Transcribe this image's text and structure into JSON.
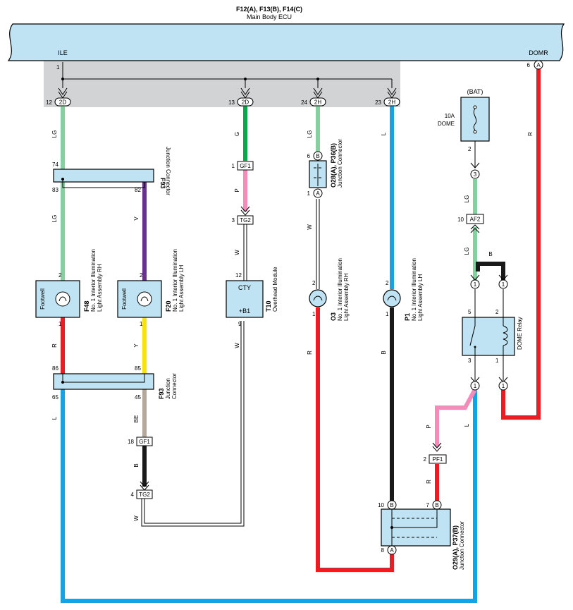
{
  "ecu": {
    "connectors": "F12(A), F13(B), F14(C)",
    "name": "Main Body ECU",
    "ile": "ILE",
    "domr": "DOMR"
  },
  "pins": {
    "ecu_1": "1",
    "p12": "12",
    "c12": "2D",
    "p13": "13",
    "c13": "2D",
    "p24": "24",
    "c24": "2H",
    "p23": "23",
    "c23": "2H",
    "p6": "6",
    "c6": "A",
    "f93t_74": "74",
    "f93t_83": "83",
    "f93t_82": "82",
    "f48_2": "2",
    "f48_1": "1",
    "f20_2": "2",
    "f20_1": "1",
    "f93b_86": "86",
    "f93b_85": "85",
    "f93b_65": "65",
    "f93b_45": "45",
    "gf1a_n": "1",
    "gf1a": "GF1",
    "tg2a_n": "3",
    "tg2a": "TG2",
    "t10_12": "12",
    "t10_9": "9",
    "gf1b_n": "18",
    "gf1b": "GF1",
    "tg2b_n": "4",
    "tg2b": "TG2",
    "o28_6": "6",
    "o28_b": "B",
    "o28_1": "1",
    "o28_a": "A",
    "o3_2": "2",
    "o3_1": "1",
    "p1_2": "2",
    "p1_1": "1",
    "o29_10": "10",
    "o29_10c": "B",
    "o29_7": "7",
    "o29_7c": "B",
    "o29_8": "8",
    "o29_8c": "A",
    "pf1_n": "2",
    "pf1": "PF1",
    "fuse_2": "2",
    "c3": "3",
    "af2_n": "10",
    "af2": "AF2",
    "r_l1": "1",
    "r_r1": "1",
    "r_5": "5",
    "r_2": "2",
    "r_3": "3",
    "r_1": "1",
    "r_bl1": "1",
    "r_br1": "1"
  },
  "wires": {
    "lg1": "LG",
    "lg2": "LG",
    "v": "V",
    "r1": "R",
    "y": "Y",
    "l1": "L",
    "be": "BE",
    "b1": "B",
    "w1": "W",
    "g": "G",
    "p1": "P",
    "w2": "W",
    "w3": "W",
    "lg3": "LG",
    "w4": "W",
    "r2": "R",
    "l2": "L",
    "b2": "B",
    "r3": "R",
    "lg4": "LG",
    "lg5": "LG",
    "b3": "B",
    "p2": "P",
    "r4": "R",
    "l3": "L"
  },
  "components": {
    "f93_top": {
      "id": "F93",
      "name": "Junction Connector"
    },
    "f93_bot": {
      "id": "F93",
      "name1": "Junction",
      "name2": "Connector"
    },
    "f48": {
      "id": "F48",
      "line1": "No. 1 Interior Illumination",
      "line2": "Light Assembly RH",
      "inner": "Footwell"
    },
    "f20": {
      "id": "F20",
      "line1": "No. 1 Interior Illumination",
      "line2": "Light Assembly LH",
      "inner": "Footwell"
    },
    "t10": {
      "id": "T10",
      "name": "Overhead Module",
      "cty": "CTY",
      "b1": "+B1"
    },
    "o28": {
      "id": "O28(A), P36(B)",
      "name": "Junction Connector"
    },
    "o3": {
      "id": "O3",
      "line1": "No. 1 Interior Illumination",
      "line2": "Light Assembly RH"
    },
    "p1": {
      "id": "P1",
      "line1": "No. 1 Interior Illumination",
      "line2": "Light Assembly LH"
    },
    "o29": {
      "id": "O29(A), P37(B)",
      "name": "Junction Connector"
    },
    "fuse": {
      "bat": "(BAT)",
      "rating": "10A",
      "name": "DOME"
    },
    "relay": {
      "name": "DOME Relay"
    }
  },
  "colors": {
    "ecu_fill": "#bfe3f2",
    "lg": "#86cfa0",
    "g": "#0aa84a",
    "v": "#6b2f94",
    "r": "#ec1c24",
    "y": "#f7e400",
    "l": "#14a3e4",
    "be": "#b5a79a",
    "b": "#1a1a1a",
    "p": "#f48cba",
    "w": "#ffffff"
  }
}
